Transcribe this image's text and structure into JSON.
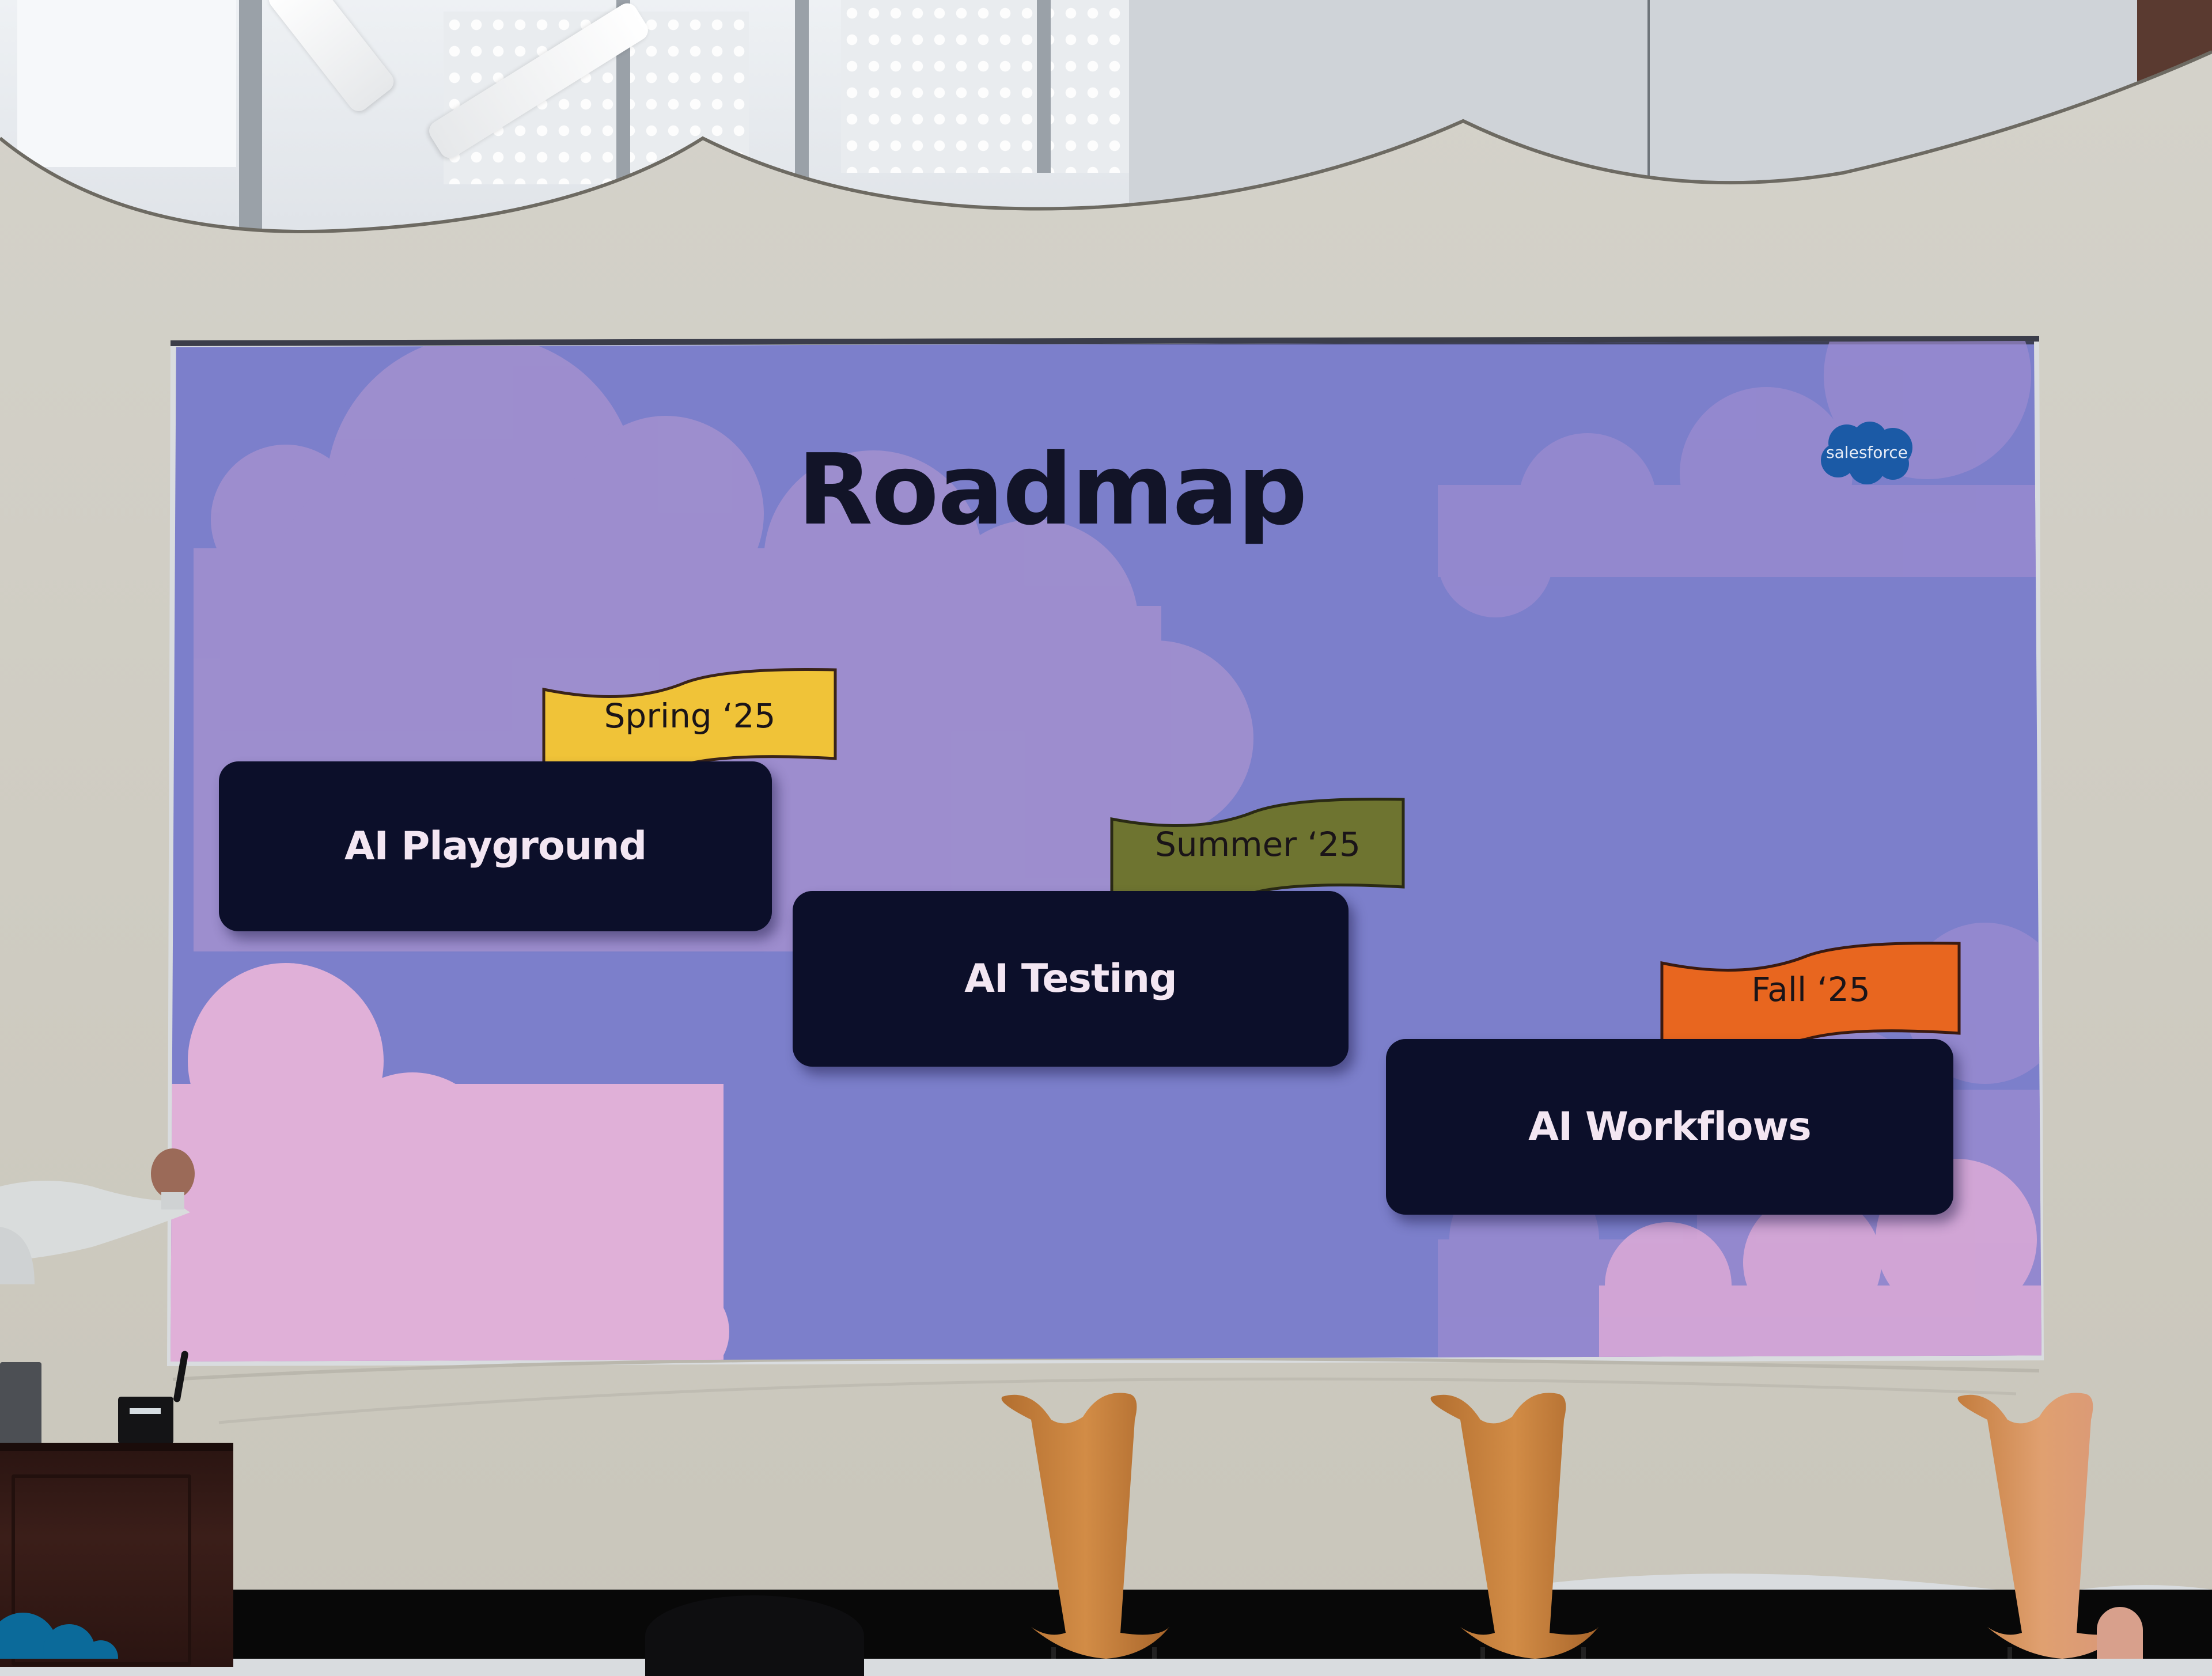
{
  "slide": {
    "title": "Roadmap",
    "brand_logo": {
      "icon": "salesforce-cloud-logo",
      "text": "salesforce",
      "color": "#1b5aa6"
    },
    "background_color": "#7c7fcb",
    "cloud_color": "#a58fd0",
    "cloud_pink": "#e3b4d9",
    "milestones": [
      {
        "label": "AI Playground",
        "timeframe": "Spring ‘25",
        "flag_color": "#f0c338"
      },
      {
        "label": "AI Testing",
        "timeframe": "Summer ‘25",
        "flag_color": "#6e7430"
      },
      {
        "label": "AI Workflows",
        "timeframe": "Fall ‘25",
        "flag_color": "#e8661f"
      }
    ]
  },
  "scene": {
    "setting": "presentation stage",
    "screen_surround": "fabric drape",
    "chairs_visible": 3,
    "podium_logo": "salesforce-cloud-logo"
  }
}
